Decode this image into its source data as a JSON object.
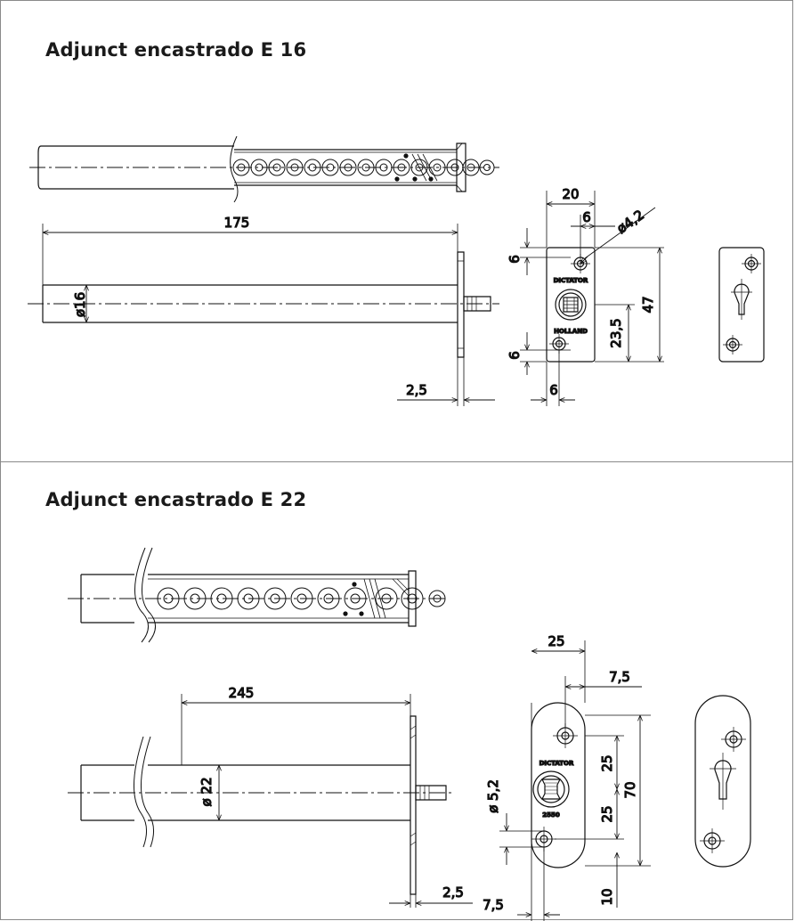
{
  "panels": [
    {
      "title": "Adjunct encastrado E 16",
      "dimensions": {
        "length": "175",
        "diameter": "ø16",
        "flange": "2,5",
        "plate_width": "20",
        "hole_offset": "6",
        "hole_diameter": "ø4,2",
        "top_margin": "6",
        "bottom_margin": "6",
        "center_height": "23,5",
        "plate_height": "47",
        "bottom_offset": "6"
      },
      "plate_labels": {
        "brand": "DICTATOR",
        "origin": "HOLLAND"
      }
    },
    {
      "title": "Adjunct encastrado E 22",
      "dimensions": {
        "length": "245",
        "diameter": "ø 22",
        "flange": "2,5",
        "plate_width": "25",
        "hole_offset": "7,5",
        "hole_diameter": "ø 5,2",
        "upper_spacing": "25",
        "lower_spacing": "25",
        "plate_height": "70",
        "bottom_offset": "7,5",
        "end_margin": "10"
      },
      "plate_labels": {
        "brand": "DICTATOR",
        "model": "2550"
      }
    }
  ]
}
